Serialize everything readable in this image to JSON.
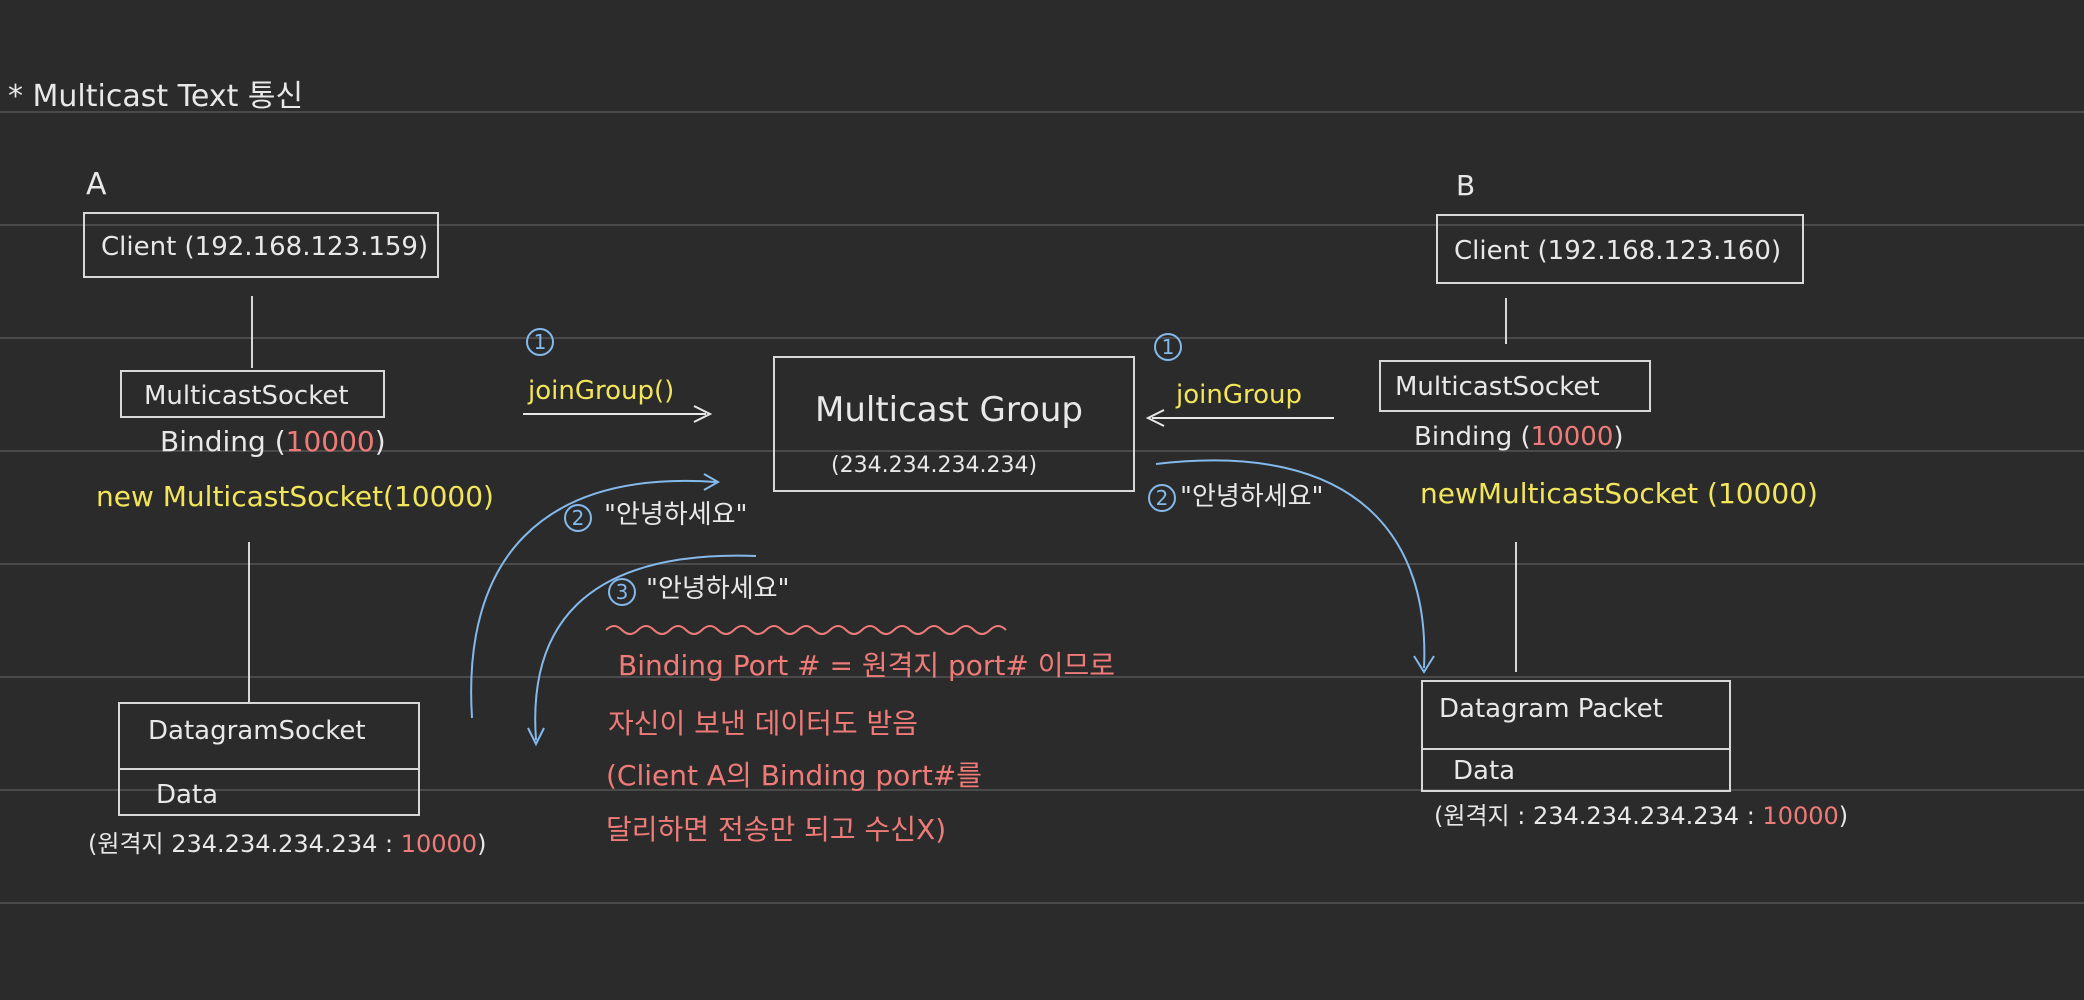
{
  "title": "* Multicast Text 통신",
  "colors": {
    "background": "#2b2b2b",
    "rule_line": "#4a4a4a",
    "ink_white": "#e8e8e8",
    "ink_yellow": "#f2e55a",
    "ink_red": "#ef7b79",
    "ink_blue": "#84b9ec"
  },
  "client_a": {
    "label": "A",
    "client_box": "Client (192.168.123.159)",
    "socket_box": "MulticastSocket",
    "binding_prefix": "Binding (",
    "binding_port": "10000",
    "binding_suffix": ")",
    "constructor": "new MulticastSocket(10000)",
    "datagram_title": "DatagramSocket",
    "datagram_data": "Data",
    "dest_prefix": "(원격지 234.234.234.234 : ",
    "dest_port": "10000",
    "dest_suffix": ")"
  },
  "client_b": {
    "label": "B",
    "client_box": "Client (192.168.123.160)",
    "socket_box": "MulticastSocket",
    "binding_prefix": "Binding (",
    "binding_port": "10000",
    "binding_suffix": ")",
    "constructor": "newMulticastSocket (10000)",
    "packet_title": "Datagram Packet",
    "packet_data": "Data",
    "dest_prefix": "(원격지 : 234.234.234.234 : ",
    "dest_port": "10000",
    "dest_suffix": ")"
  },
  "group": {
    "name": "Multicast Group",
    "address": "(234.234.234.234)"
  },
  "steps": {
    "join_left_num": "1",
    "join_left": "joinGroup()",
    "join_right_num": "1",
    "join_right": "joinGroup",
    "send_left_num": "2",
    "send_left": "\"안녕하세요\"",
    "send_right_num": "2",
    "send_right": "\"안녕하세요\"",
    "receive_num": "3",
    "receive": "\"안녕하세요\""
  },
  "note": {
    "line1": "Binding Port # = 원격지 port# 이므로",
    "line2": "자신이 보낸 데이터도 받음",
    "line3": "(Client A의 Binding port#를",
    "line4": "달리하면 전송만 되고 수신X)"
  }
}
